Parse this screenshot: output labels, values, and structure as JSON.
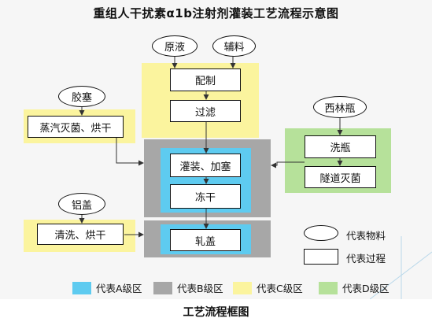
{
  "title": "重组人干扰素α1b注射剂灌装工艺流程示意图",
  "caption": "工艺流程框图",
  "colors": {
    "zone_a": "#5ecbf0",
    "zone_b": "#a7a7a7",
    "zone_c": "#fbf49e",
    "zone_d": "#b6e19a",
    "arrow": "#333333"
  },
  "materials": {
    "raw_liquid": "原液",
    "excipient": "辅料",
    "stopper": "胶塞",
    "vial": "西林瓶",
    "aluminum_cap": "铝盖"
  },
  "processes": {
    "preparation": "配制",
    "filtration": "过滤",
    "stopper_sterilize": "蒸汽灭菌、烘干",
    "vial_wash": "洗瓶",
    "tunnel_sterilize": "隧道灭菌",
    "fill_stopper": "灌装、加塞",
    "freeze_dry": "冻干",
    "cap_wash": "清洗、烘干",
    "capping": "轧盖"
  },
  "legend": {
    "material": "代表物料",
    "process": "代表过程",
    "zone_a": "代表A级区",
    "zone_b": "代表B级区",
    "zone_c": "代表C级区",
    "zone_d": "代表D级区"
  }
}
